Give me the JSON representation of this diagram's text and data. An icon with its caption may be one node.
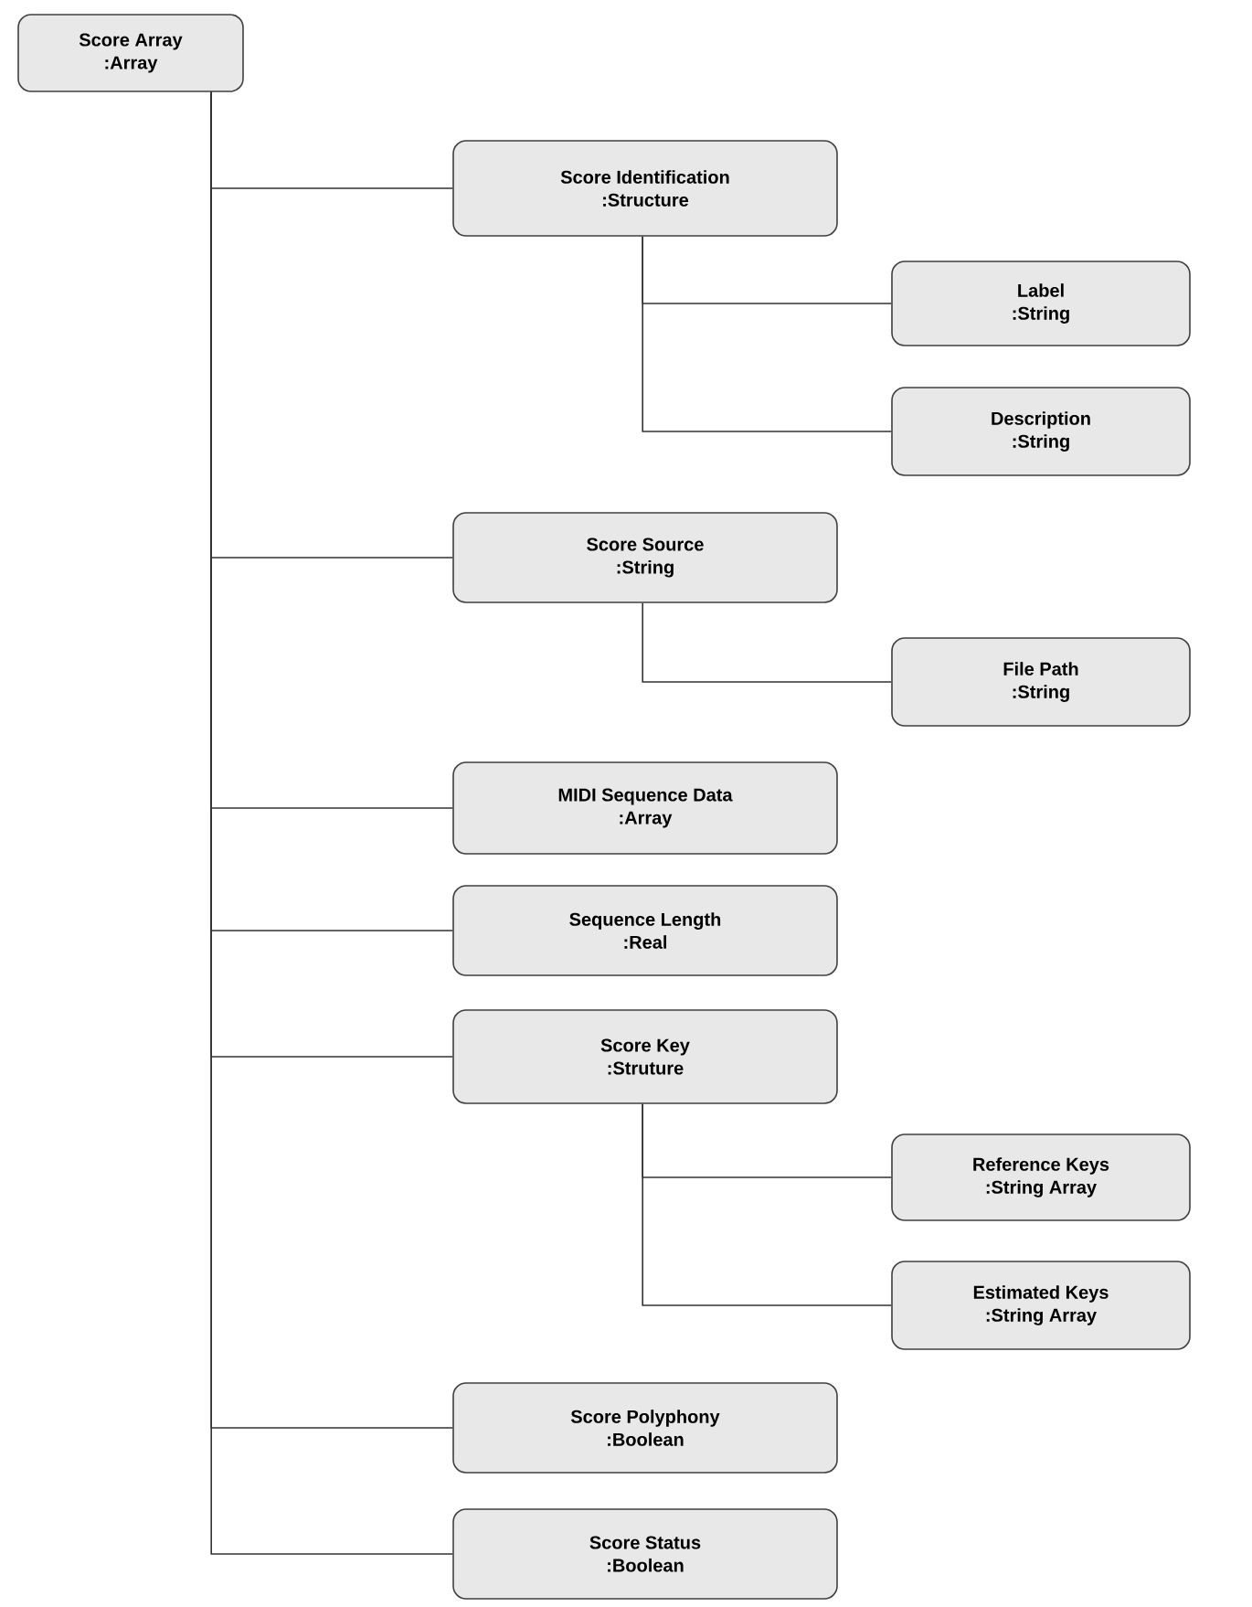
{
  "diagram": {
    "nodes": [
      {
        "text": [
          "Score Array",
          ":Array"
        ]
      },
      {
        "text": [
          "Score Identification",
          ":Structure"
        ]
      },
      {
        "text": [
          "Label",
          ":String"
        ]
      },
      {
        "text": [
          "Description",
          ":String"
        ]
      },
      {
        "text": [
          "Score Source",
          ":String"
        ]
      },
      {
        "text": [
          "File Path",
          ":String"
        ]
      },
      {
        "text": [
          "MIDI Sequence Data",
          ":Array"
        ]
      },
      {
        "text": [
          "Sequence Length",
          ":Real"
        ]
      },
      {
        "text": [
          "Score Key",
          ":Struture"
        ]
      },
      {
        "text": [
          "Reference Keys",
          ":String Array"
        ]
      },
      {
        "text": [
          "Estimated Keys",
          ":String Array"
        ]
      },
      {
        "text": [
          "Score Polyphony",
          ":Boolean"
        ]
      },
      {
        "text": [
          "Score Status",
          ":Boolean"
        ]
      }
    ],
    "edges": [
      {
        "from": 0,
        "to": 1,
        "arrow": "none"
      },
      {
        "from": 1,
        "to": 2,
        "arrow": "none"
      },
      {
        "from": 1,
        "to": 3,
        "arrow": "none"
      },
      {
        "from": 0,
        "to": 4,
        "arrow": "none"
      },
      {
        "from": 4,
        "to": 5,
        "arrow": "none"
      },
      {
        "from": 0,
        "to": 6,
        "arrow": "none"
      },
      {
        "from": 0,
        "to": 7,
        "arrow": "none"
      },
      {
        "from": 0,
        "to": 8,
        "arrow": "none"
      },
      {
        "from": 8,
        "to": 9,
        "arrow": "none"
      },
      {
        "from": 8,
        "to": 10,
        "arrow": "none"
      },
      {
        "from": 0,
        "to": 11,
        "arrow": "none"
      },
      {
        "from": 0,
        "to": 12,
        "arrow": "none"
      }
    ]
  }
}
